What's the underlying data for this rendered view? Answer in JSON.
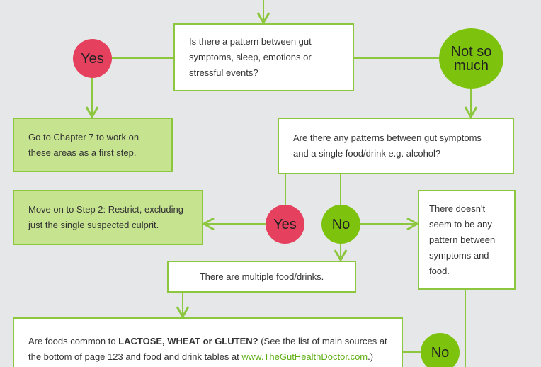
{
  "colors": {
    "background": "#e6e7e8",
    "line": "#8dc63f",
    "yes": "#e5405e",
    "no": "#7dc30e",
    "action_fill": "#c6e38f"
  },
  "q1": "Is there a pattern between gut symptoms, sleep, emotions or stressful events?",
  "yes1": "Yes",
  "notsomuch": "Not so much",
  "action1": "Go to Chapter 7 to work on these areas as a first step.",
  "q2": "Are there any patterns between gut symptoms and a single food/drink e.g. alcohol?",
  "yes2": "Yes",
  "no2": "No",
  "action2": "Move on to Step 2: Restrict, excluding just the single suspected culprit.",
  "nopattern": "There doesn't seem to be any pattern between symptoms and food.",
  "multiple": "There are multiple food/drinks.",
  "q3": {
    "prefix": "Are foods common to ",
    "bold": "LACTOSE, WHEAT or GLUTEN?",
    "middle": " (See the list of main sources at the bottom of page 123 and food and drink tables at ",
    "link": "www.TheGutHealthDoctor.com",
    "suffix": ".)"
  },
  "no3": "No"
}
